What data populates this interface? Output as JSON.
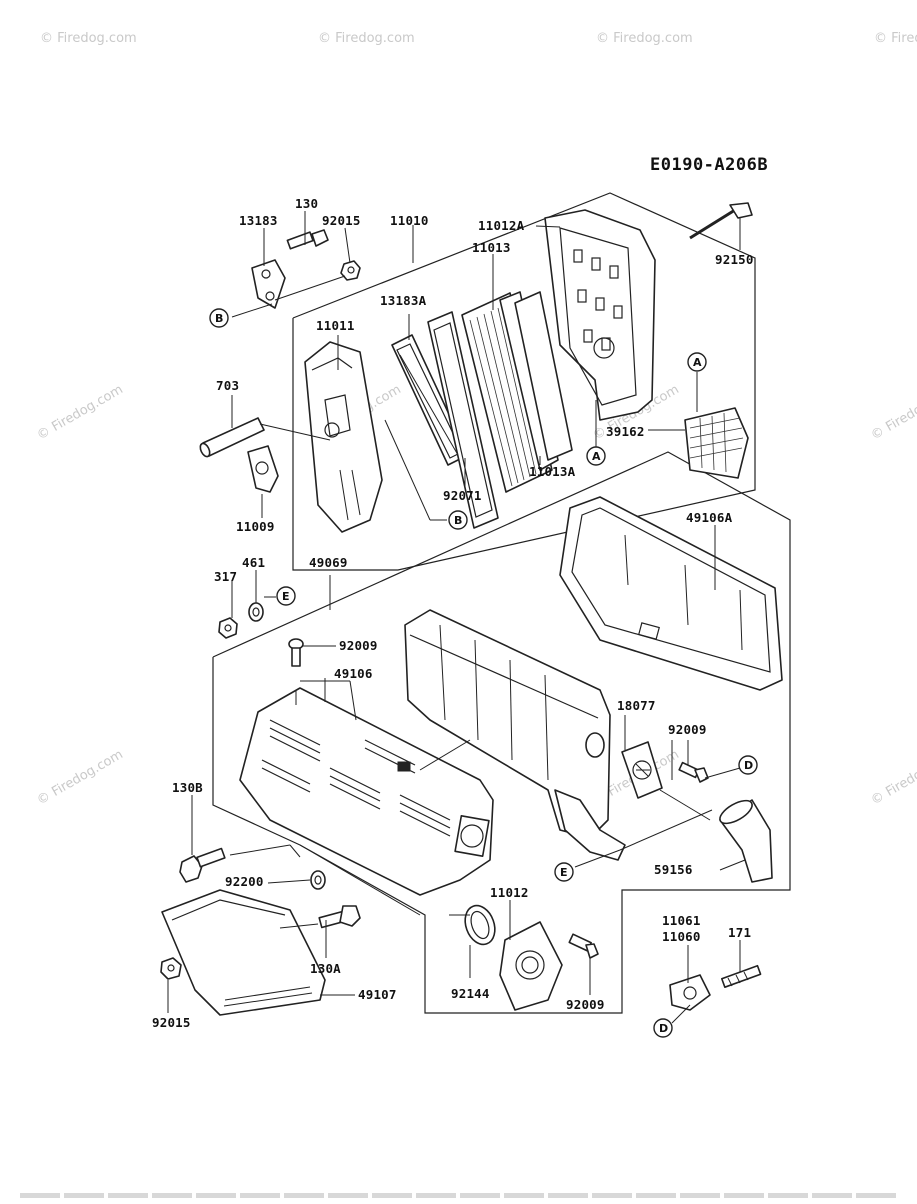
{
  "diagram_code": "E0190-A206B",
  "watermark": "© Firedog.com",
  "callouts": [
    "A",
    "B",
    "D",
    "E"
  ],
  "part_labels": {
    "p130": "130",
    "p13183": "13183",
    "p92015_top": "92015",
    "p11010": "11010",
    "p92150": "92150",
    "p11012A": "11012A",
    "p11013": "11013",
    "p13183A": "13183A",
    "p11011": "11011",
    "p703": "703",
    "p39162": "39162",
    "p11013A": "11013A",
    "p92071": "92071",
    "p11009": "11009",
    "p49106A": "49106A",
    "p461": "461",
    "p317": "317",
    "p49069": "49069",
    "p92009_a": "92009",
    "p49106": "49106",
    "p18077": "18077",
    "p92009_b": "92009",
    "p130B": "130B",
    "p59156": "59156",
    "p92200": "92200",
    "p11012": "11012",
    "p11061": "11061",
    "p11060": "11060",
    "p171": "171",
    "p130A": "130A",
    "p49107": "49107",
    "p92144": "92144",
    "p92009_c": "92009",
    "p92015_bot": "92015"
  }
}
